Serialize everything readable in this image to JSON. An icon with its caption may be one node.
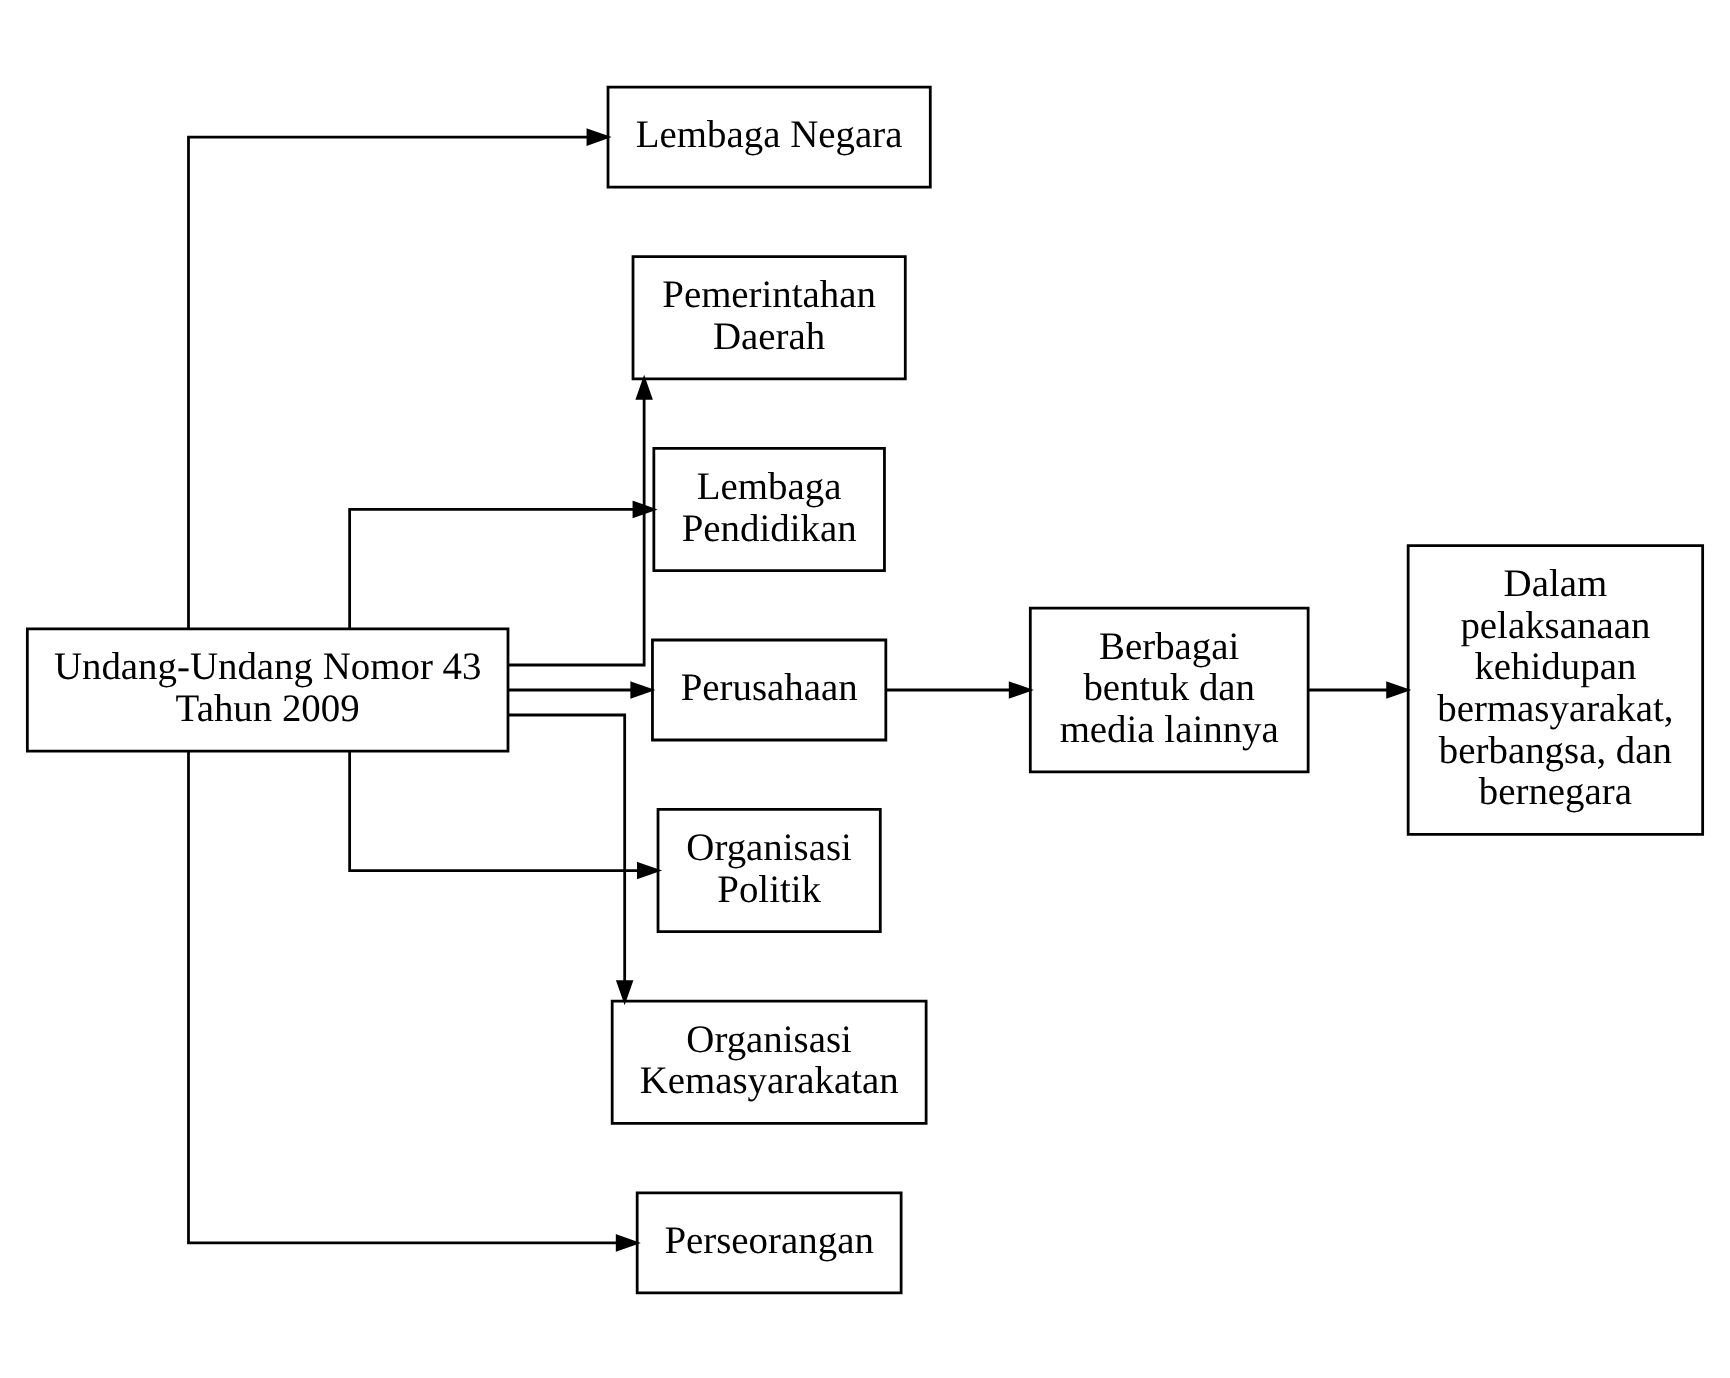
{
  "diagram": {
    "nodes": [
      {
        "text": [
          "Undang-Undang Nomor 43 Tahun 2009"
        ]
      },
      {
        "text": [
          "Lembaga Negara"
        ]
      },
      {
        "text": [
          "Pemerintahan Daerah"
        ]
      },
      {
        "text": [
          "Lembaga Pendidikan"
        ]
      },
      {
        "text": [
          "Perusahaan"
        ]
      },
      {
        "text": [
          "Organisasi Politik"
        ]
      },
      {
        "text": [
          "Organisasi Kemasyarakatan"
        ]
      },
      {
        "text": [
          "Perseorangan"
        ]
      },
      {
        "text": [
          "Berbagai bentuk dan media lainnya"
        ]
      },
      {
        "text": [
          "Dalam pelaksanaan kehidupan bermasyarakat, berbangsa, dan bernegara"
        ]
      }
    ],
    "edges": [
      {
        "from": 0,
        "to": 1,
        "arrow": "to"
      },
      {
        "from": 0,
        "to": 2,
        "arrow": "to"
      },
      {
        "from": 0,
        "to": 3,
        "arrow": "to"
      },
      {
        "from": 0,
        "to": 4,
        "arrow": "to"
      },
      {
        "from": 0,
        "to": 5,
        "arrow": "to"
      },
      {
        "from": 0,
        "to": 6,
        "arrow": "to"
      },
      {
        "from": 0,
        "to": 7,
        "arrow": "to"
      },
      {
        "from": 4,
        "to": 8,
        "arrow": "to"
      },
      {
        "from": 8,
        "to": 9,
        "arrow": "to"
      }
    ]
  }
}
